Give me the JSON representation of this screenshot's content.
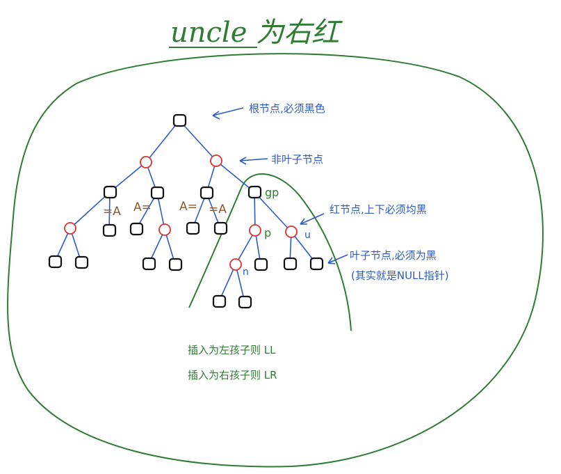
{
  "title": "uncle 为右红",
  "annotations": {
    "root": "根节点,必须黑色",
    "non_leaf": "非叶子节点",
    "red_node": "红节点,上下必须均黑",
    "leaf_line1": "叶子节点,必须为黑",
    "leaf_line2": "(其实就是NULL指针)"
  },
  "labels": {
    "gp": "gp",
    "p": "p",
    "u": "u",
    "n": "n",
    "eqA_1": "=A",
    "eqA_2": "A=",
    "eqA_3": "A=",
    "eqA_4": "=A"
  },
  "notes": {
    "line1": "插入为左孩子则 LL",
    "line2": "插入为右孩子则 LR"
  },
  "colors": {
    "title": "#2e7d32",
    "edges": "#2a5cc7",
    "red_node": "#e03030",
    "black_node": "#111111",
    "brown_marks": "#8a5a2b",
    "outline": "#2e7d32"
  }
}
